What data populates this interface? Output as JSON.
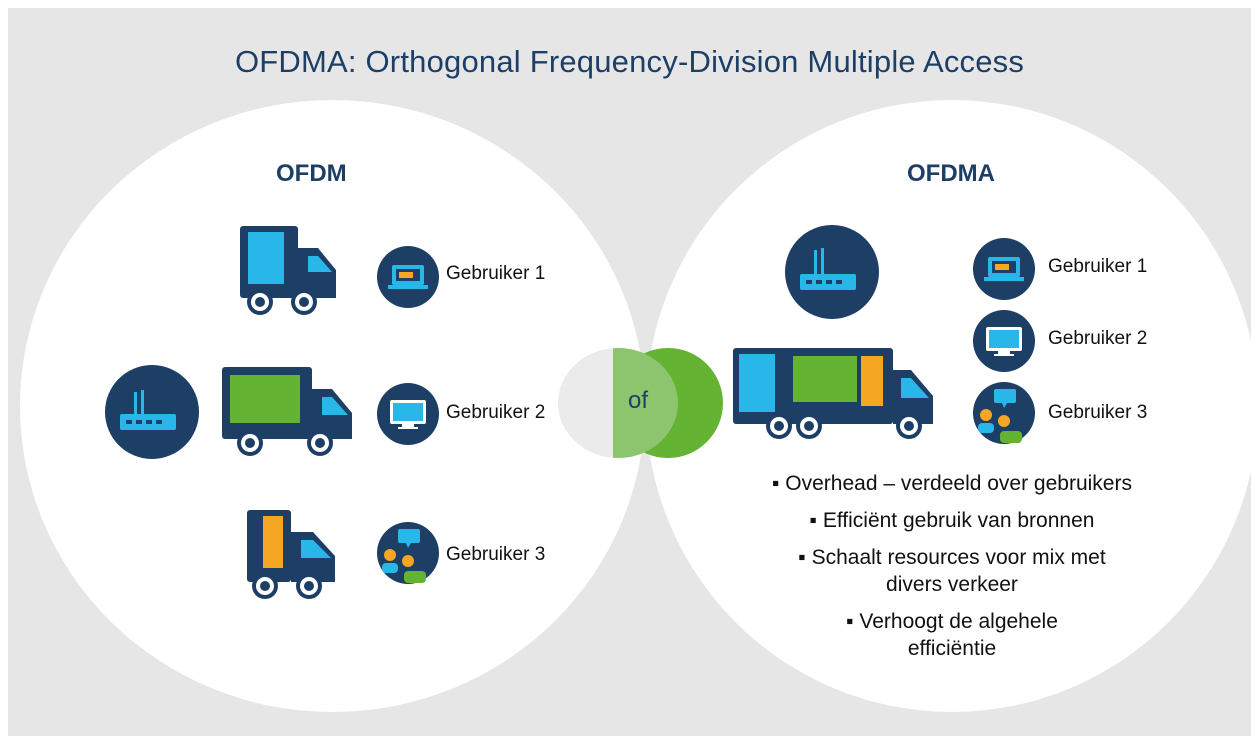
{
  "title": "OFDMA: Orthogonal Frequency-Division Multiple Access",
  "left": {
    "heading": "OFDM",
    "users": [
      "Gebruiker 1",
      "Gebruiker 2",
      "Gebruiker 3"
    ]
  },
  "center": {
    "label": "of"
  },
  "right": {
    "heading": "OFDMA",
    "users": [
      "Gebruiker 1",
      "Gebruiker 2",
      "Gebruiker 3"
    ],
    "bullets": [
      "Overhead – verdeeld over gebruikers",
      "Efficiënt gebruik van bronnen",
      "Schaalt resources voor mix met divers verkeer",
      "Verhoogt de algehele efficiëntie"
    ]
  },
  "icons": {
    "router": "router-icon",
    "truck": "truck-icon",
    "laptop": "laptop-icon",
    "monitor": "monitor-icon",
    "chat": "chat-users-icon"
  },
  "colors": {
    "navy": "#1d3f66",
    "blue": "#29b6e8",
    "green": "#64b332",
    "orange": "#f5a623",
    "background": "#e6e6e6"
  }
}
